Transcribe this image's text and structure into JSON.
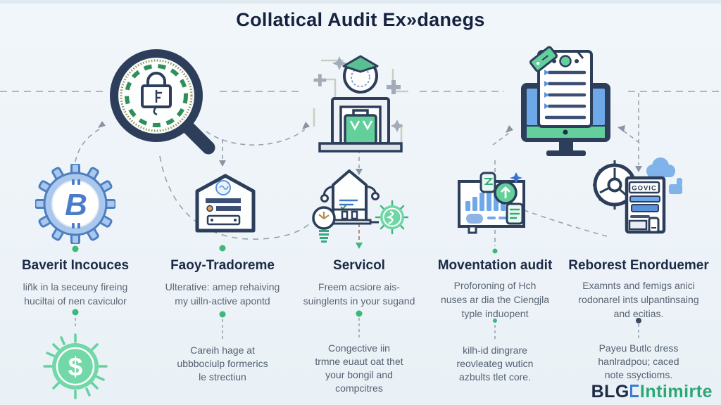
{
  "title": "Collatical Audit Ex»danegs",
  "brand": {
    "prefix": "BLG",
    "suffix": "Intimirte",
    "glyph": "bracket-icon",
    "prefix_color": "#1d2b45",
    "suffix_color": "#2aa876"
  },
  "colors": {
    "background": "#edf3f8",
    "navy": "#2c3e5a",
    "green": "#3cb878",
    "light_green": "#72d8a8",
    "blue": "#6ea8e8",
    "heading": "#1c2a45",
    "body_text": "#5a6574",
    "dash": "#97a3ad",
    "gear_blue": "#aac8ee"
  },
  "columns": [
    {
      "heading": "Baverit Incouces",
      "subtext": "liñk in la seceuny fireing\nhuciltai of nen caviculor",
      "bottom_text": "",
      "icons": [
        "gear-bitcoin-icon",
        "magnifier-lock-icon",
        "dollar-sun-icon"
      ]
    },
    {
      "heading": "Faoy-Tradoreme",
      "subtext": "Ulterative: amep rehaiving\nmy uilln-active apontd",
      "bottom_text": "Careih hage at\nubbbociulp formerics\nle strectiun",
      "icons": [
        "house-document-icon"
      ]
    },
    {
      "heading": "Servicol",
      "subtext": "Freem acsiore ais-\nsuinglents in your sugand",
      "bottom_text": "Congective iin\ntrmne euaut oat thet\nyour bongil and\ncompcitres",
      "icons": [
        "auctioneer-podium-icon",
        "house-robot-icon",
        "lightbulb-clock-icon",
        "coin-burst-icon"
      ]
    },
    {
      "heading": "Moventation audit",
      "subtext": "Proforoning of Hch\nnuses ar dia the Ciengjla\ntyple induopent",
      "bottom_text": "kilh-id dingrare\nreovleateg wuticn\nazbults tlet core.",
      "icons": [
        "monitor-checklist-icon",
        "bar-chart-icon"
      ]
    },
    {
      "heading": "Reborest Enorduemer",
      "subtext": "Examnts and femigs anici\nrodonarel ints ulpantinsaing\nand ecitias.",
      "bottom_text": "Payeu Butlc dress\nhanlradpou; caced\nnote ssyctioms.",
      "doc_label": "GOVIC",
      "icons": [
        "gauge-document-icon",
        "cloud-icon",
        "thumbs-up-icon"
      ]
    }
  ]
}
